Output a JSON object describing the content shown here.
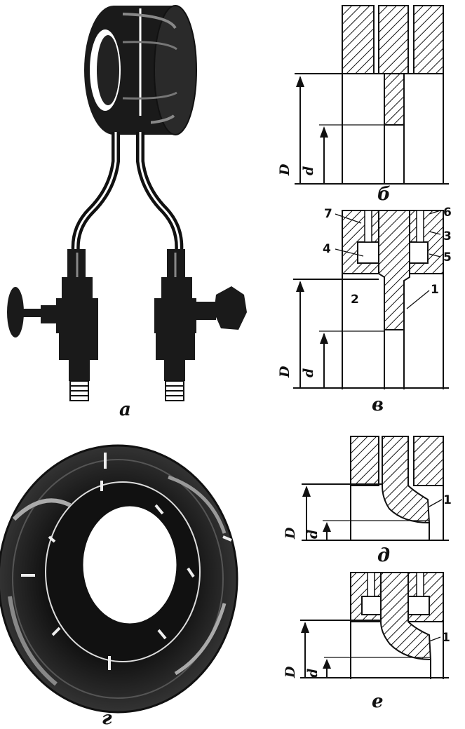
{
  "panels": {
    "a": {
      "caption": "а"
    },
    "b": {
      "caption": "б",
      "dim_outer": "D",
      "dim_inner": "d"
    },
    "v": {
      "caption": "в",
      "dim_outer": "D",
      "dim_inner": "d",
      "callouts": [
        "7",
        "6",
        "3",
        "4",
        "5",
        "2",
        "1"
      ]
    },
    "g": {
      "caption": "г"
    },
    "d": {
      "caption": "д",
      "dim_outer": "D",
      "dim_inner": "d",
      "callouts": [
        "1"
      ]
    },
    "e": {
      "caption": "е",
      "dim_outer": "D",
      "dim_inner": "d",
      "callouts": [
        "1"
      ]
    }
  }
}
